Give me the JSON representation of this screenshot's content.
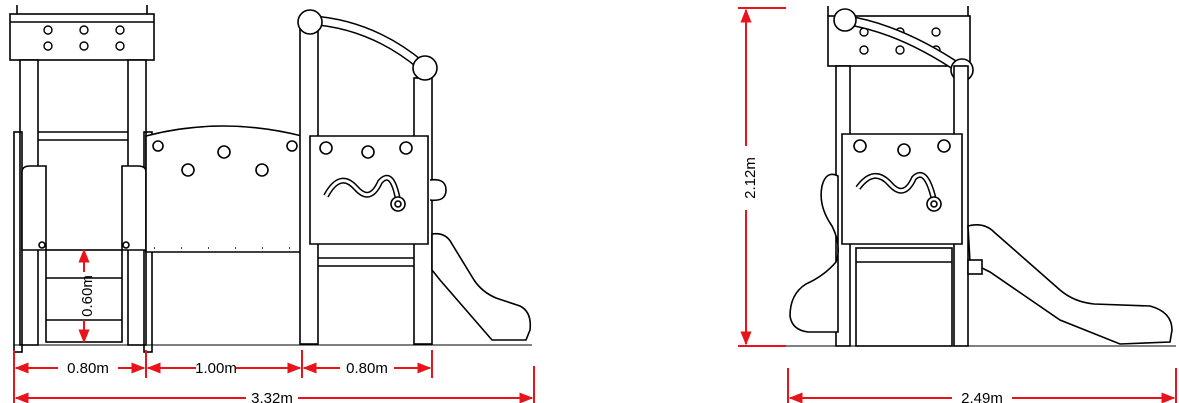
{
  "diagram": {
    "front_view": {
      "dimensions": {
        "width_left": "0.80m",
        "width_middle": "1.00m",
        "width_right": "0.80m",
        "width_total": "3.32m",
        "step_height": "0.60m"
      }
    },
    "side_view": {
      "dimensions": {
        "height": "2.12m",
        "width_total": "2.49m"
      }
    }
  },
  "colors": {
    "dimension_line": "#e8141c",
    "outline": "#000000",
    "background": "#ffffff"
  }
}
